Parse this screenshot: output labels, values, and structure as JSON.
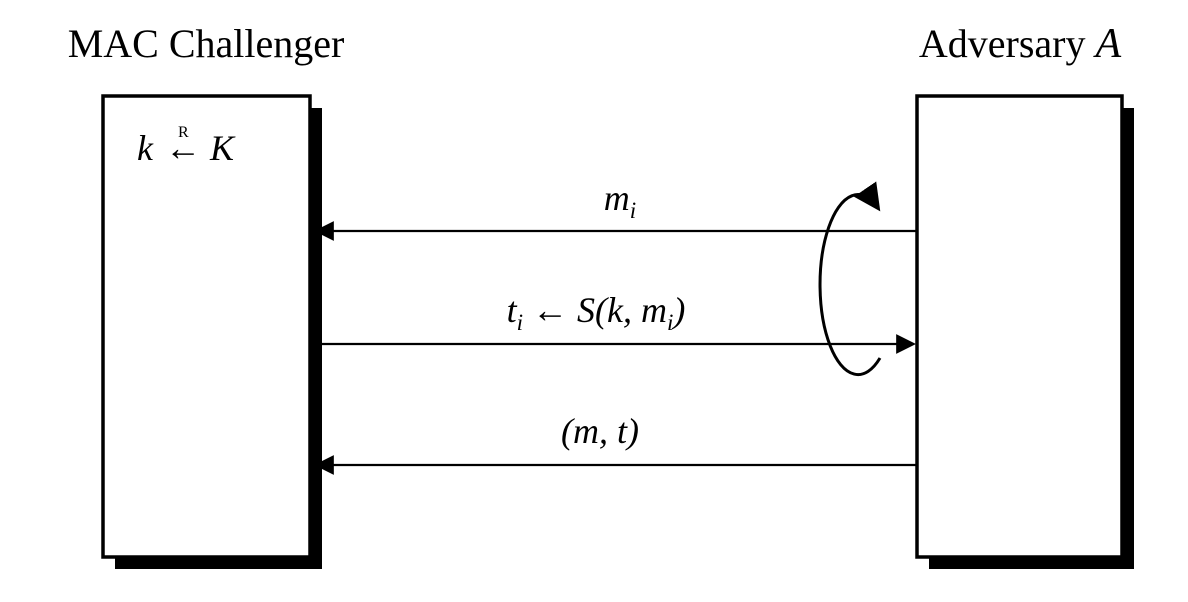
{
  "diagram": {
    "challenger": {
      "title": "MAC Challenger",
      "key_init": {
        "var": "k",
        "arrow": "←",
        "superscript": "R",
        "keyspace": "K"
      }
    },
    "adversary": {
      "title": "Adversary",
      "symbol": "A"
    },
    "arrows": {
      "query": {
        "pre": "m",
        "sub": "i",
        "direction": "adversary-to-challenger"
      },
      "response": {
        "pre": "t",
        "sub": "i",
        "mid": " ← S(k, m",
        "sub2": "i",
        "post": ")",
        "direction": "challenger-to-adversary"
      },
      "forgery": {
        "label": "(m, t)",
        "direction": "adversary-to-challenger"
      }
    },
    "colors": {
      "ink": "#000000",
      "paper": "#ffffff"
    }
  }
}
